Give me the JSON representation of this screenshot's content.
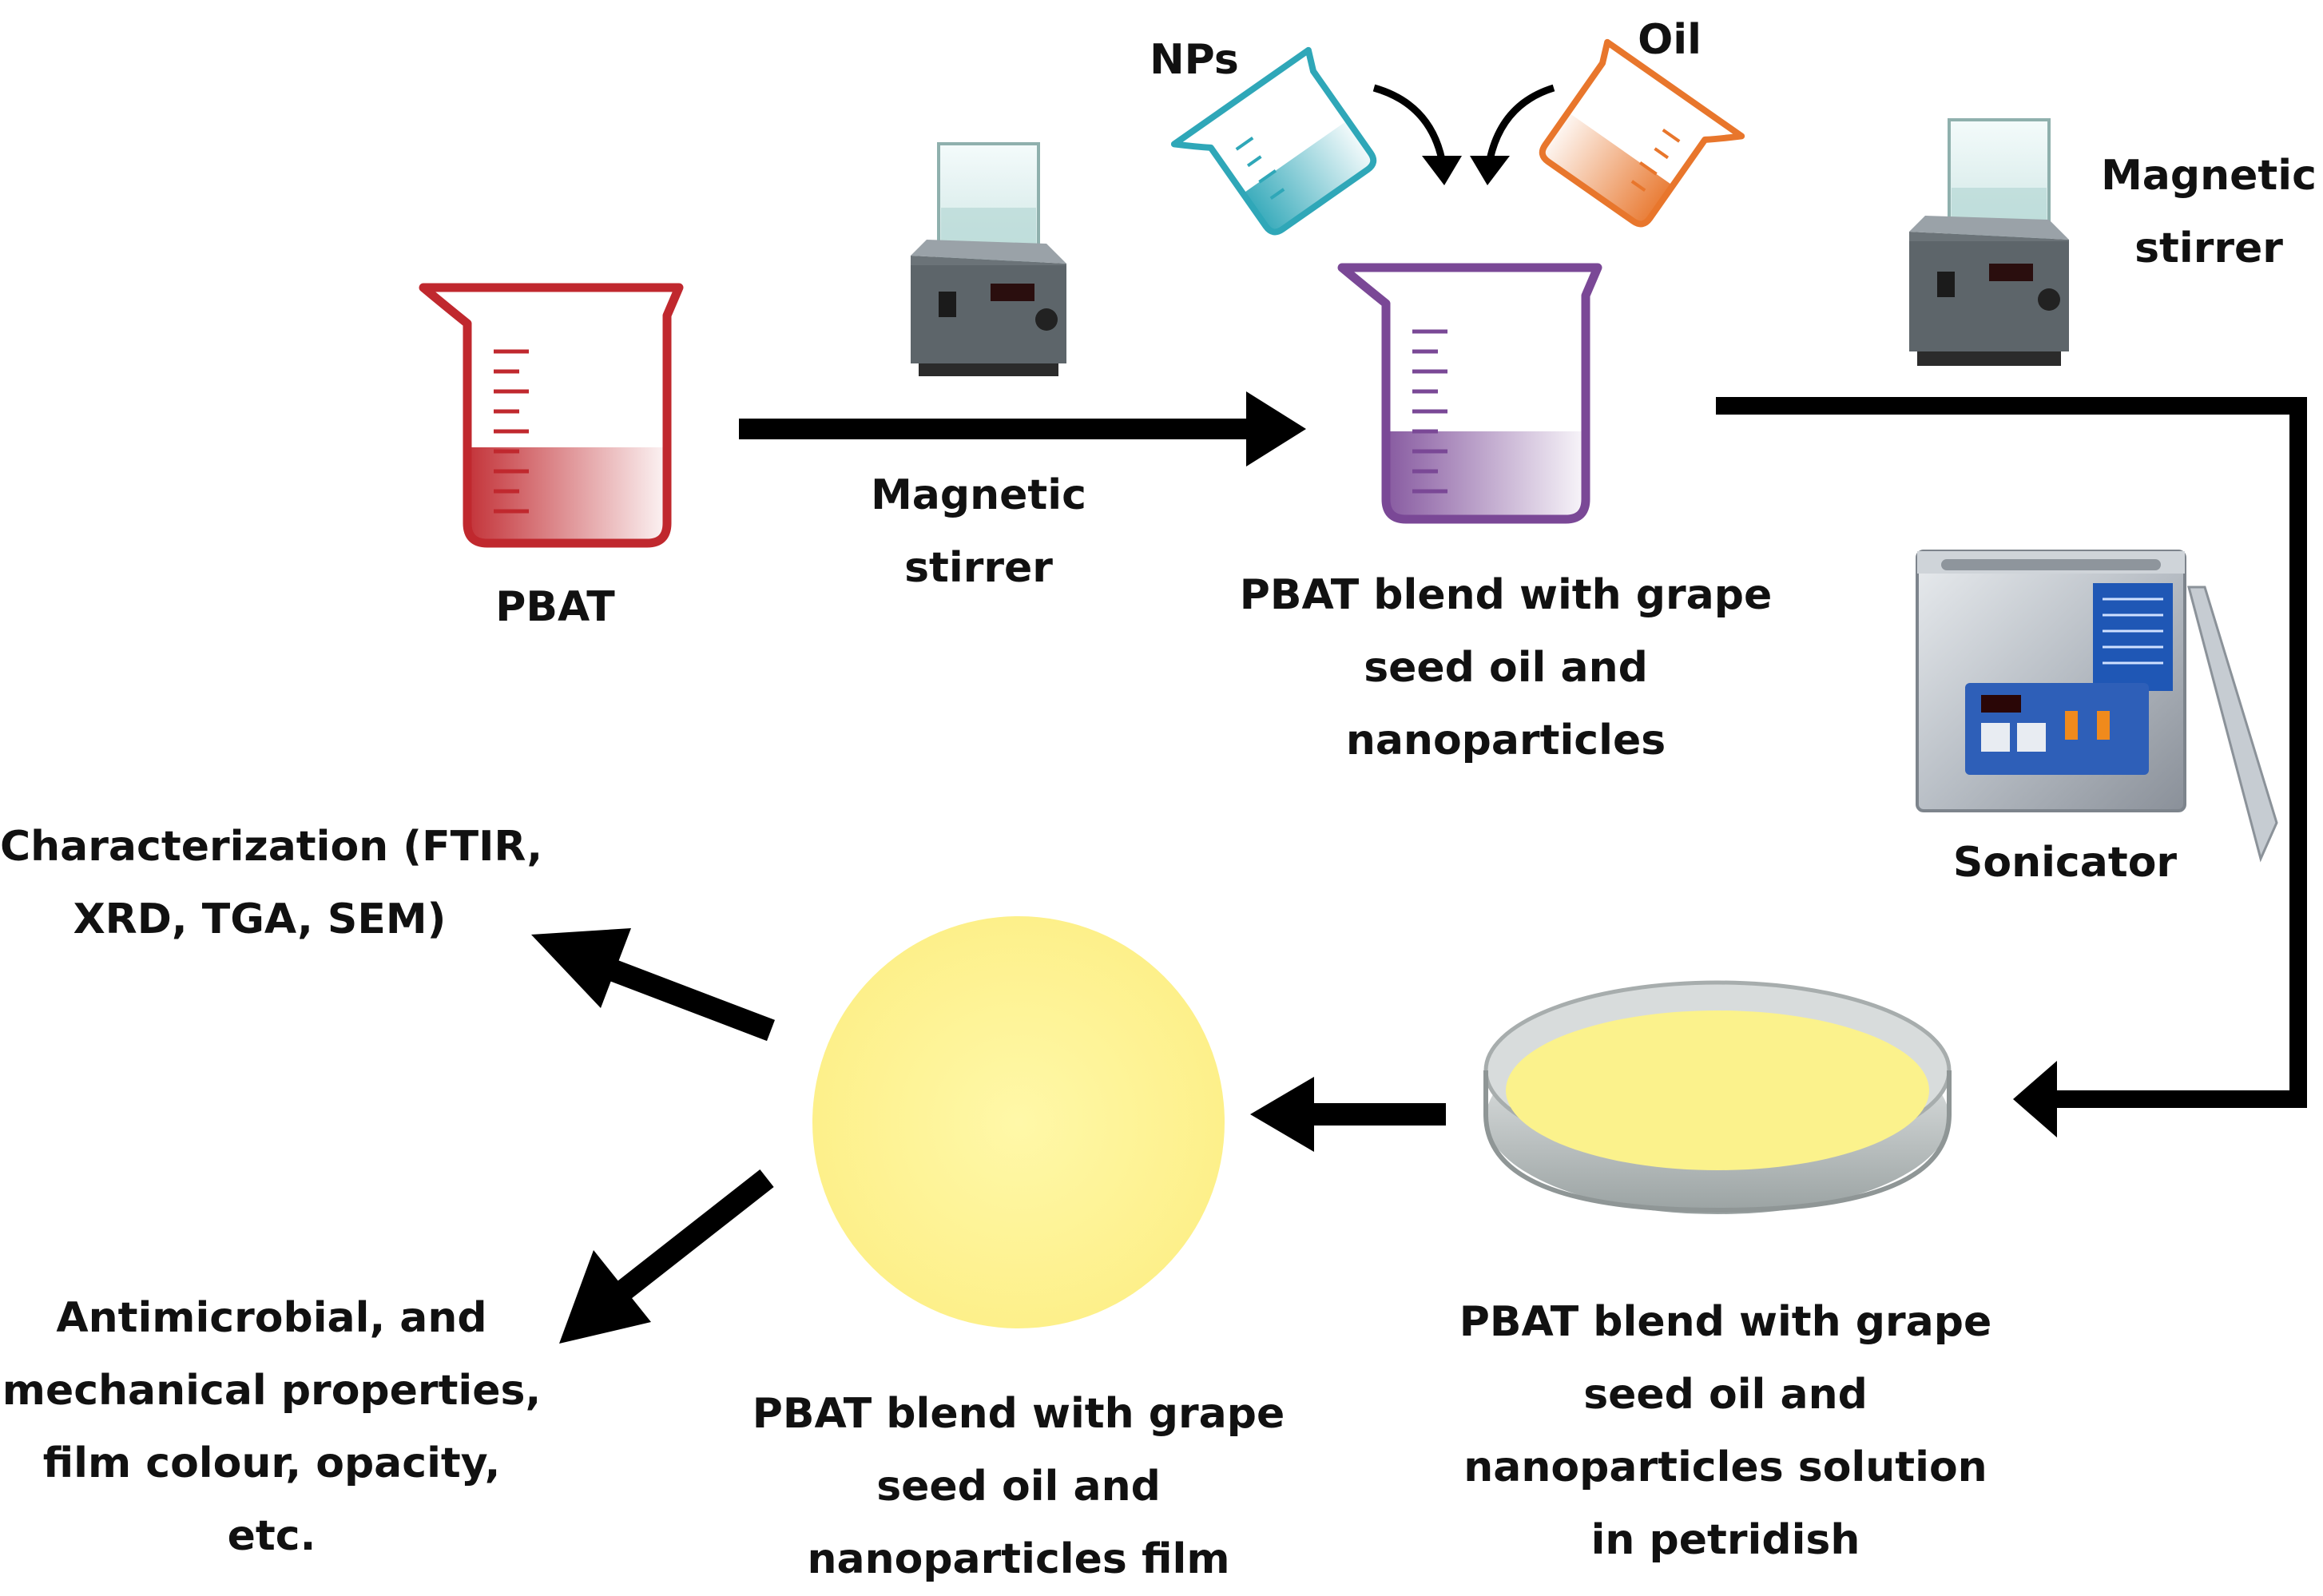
{
  "labels": {
    "pbat": "PBAT",
    "stirrer_1": [
      "Magnetic",
      "stirrer"
    ],
    "nps": "NPs",
    "oil": "Oil",
    "blend": [
      "PBAT blend with grape",
      "seed oil and",
      "nanoparticles"
    ],
    "stirrer_2": [
      "Magnetic",
      "stirrer"
    ],
    "sonicator": "Sonicator",
    "characterization": [
      "Characterization (FTIR,",
      "XRD, TGA, SEM)"
    ],
    "film": [
      "PBAT blend with grape",
      "seed oil and",
      "nanoparticles film"
    ],
    "solution": [
      "PBAT blend with grape",
      "seed oil and",
      "nanoparticles solution",
      "in petridish"
    ],
    "properties": [
      "Antimicrobial, and",
      "mechanical properties,",
      "film colour, opacity,",
      "etc."
    ]
  },
  "colors": {
    "pbat_beaker": "#c0282e",
    "blend_beaker": "#7a4896",
    "nps_beaker": "#2fa7b8",
    "oil_beaker": "#e8762c",
    "film": "#fdf59a",
    "arrow": "#000000"
  }
}
